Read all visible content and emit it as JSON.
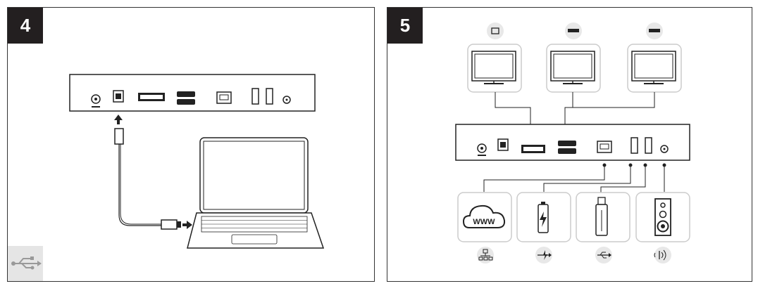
{
  "panel4": {
    "step_number": "4",
    "icon": "usb-icon"
  },
  "panel5": {
    "step_number": "5",
    "monitor_port_icons": [
      "displayport-icon",
      "hdmi-icon",
      "hdmi-icon"
    ],
    "peripheral_icons": [
      "ethernet-icon",
      "usb-charging-icon",
      "usb-icon",
      "audio-icon"
    ],
    "peripherals": [
      "cloud-www-icon",
      "battery-icon",
      "usb-drive-icon",
      "speaker-icon"
    ],
    "cloud_label": "WWW"
  }
}
